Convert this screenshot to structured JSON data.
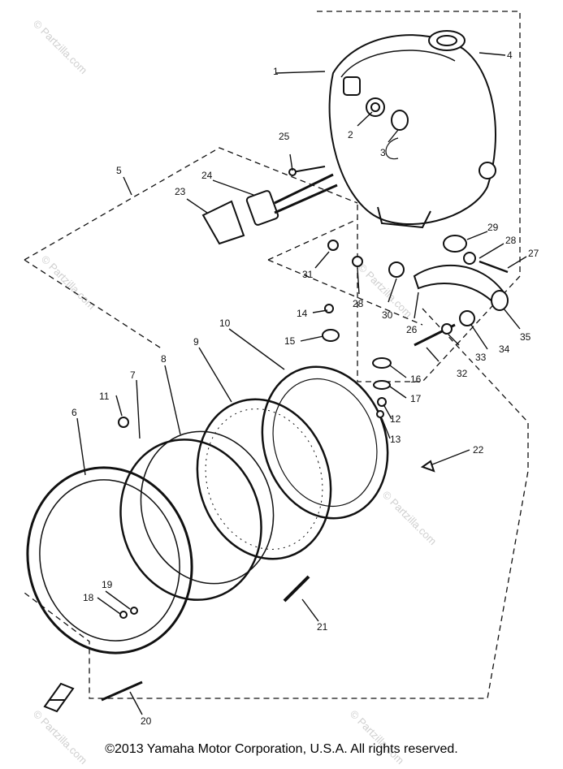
{
  "watermark": "© Partzilla.com",
  "copyright": "©2013 Yamaha Motor Corporation, U.S.A. All rights reserved.",
  "parts": [
    {
      "id": "p1",
      "label": "1"
    },
    {
      "id": "p2",
      "label": "2"
    },
    {
      "id": "p3",
      "label": "3"
    },
    {
      "id": "p4",
      "label": "4"
    },
    {
      "id": "p5",
      "label": "5"
    },
    {
      "id": "p6",
      "label": "6"
    },
    {
      "id": "p7",
      "label": "7"
    },
    {
      "id": "p8",
      "label": "8"
    },
    {
      "id": "p9",
      "label": "9"
    },
    {
      "id": "p10",
      "label": "10"
    },
    {
      "id": "p11",
      "label": "11"
    },
    {
      "id": "p12",
      "label": "12"
    },
    {
      "id": "p13",
      "label": "13"
    },
    {
      "id": "p14",
      "label": "14"
    },
    {
      "id": "p15",
      "label": "15"
    },
    {
      "id": "p16",
      "label": "16"
    },
    {
      "id": "p17",
      "label": "17"
    },
    {
      "id": "p18",
      "label": "18"
    },
    {
      "id": "p19",
      "label": "19"
    },
    {
      "id": "p20",
      "label": "20"
    },
    {
      "id": "p21",
      "label": "21"
    },
    {
      "id": "p22",
      "label": "22"
    },
    {
      "id": "p23",
      "label": "23"
    },
    {
      "id": "p24",
      "label": "24"
    },
    {
      "id": "p25",
      "label": "25"
    },
    {
      "id": "p26",
      "label": "26"
    },
    {
      "id": "p27",
      "label": "27"
    },
    {
      "id": "p28a",
      "label": "28"
    },
    {
      "id": "p28b",
      "label": "28"
    },
    {
      "id": "p29",
      "label": "29"
    },
    {
      "id": "p30",
      "label": "30"
    },
    {
      "id": "p31",
      "label": "31"
    },
    {
      "id": "p32",
      "label": "32"
    },
    {
      "id": "p33",
      "label": "33"
    },
    {
      "id": "p34",
      "label": "34"
    },
    {
      "id": "p35",
      "label": "35"
    }
  ]
}
